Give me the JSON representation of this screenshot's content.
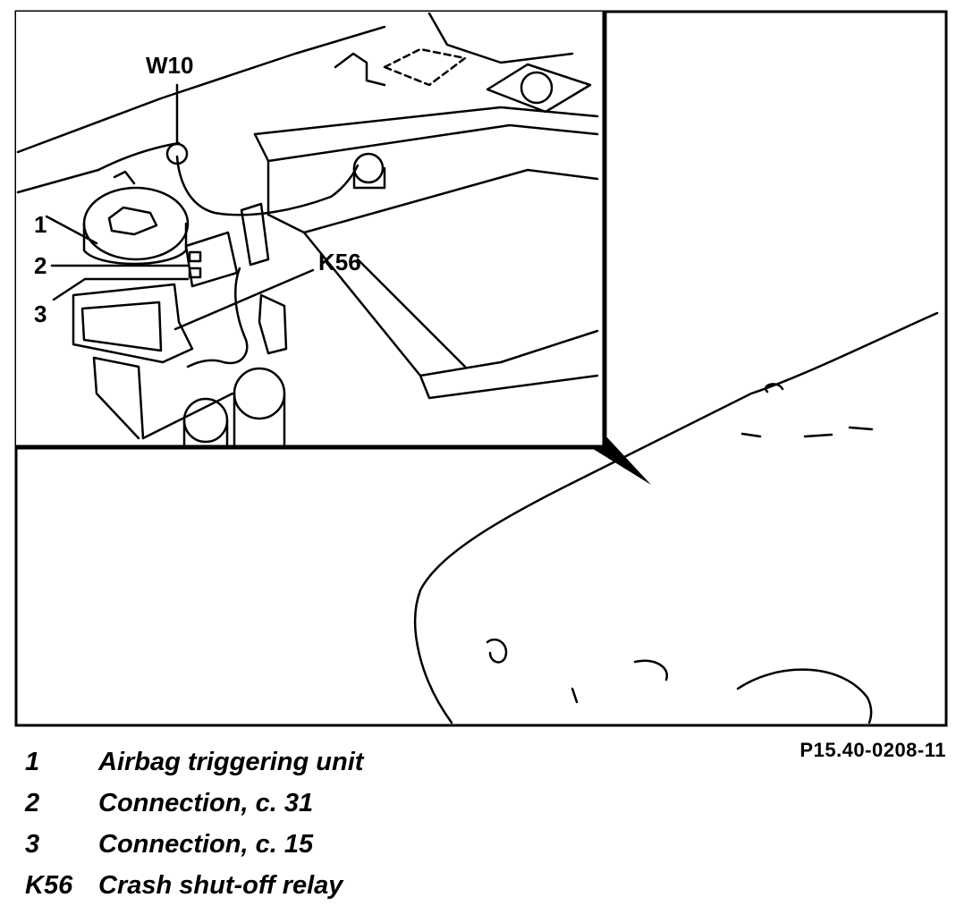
{
  "figure": {
    "callouts": {
      "w10": "W10",
      "k56": "K56",
      "n1": "1",
      "n2": "2",
      "n3": "3"
    },
    "reference_code": "P15.40-0208-11"
  },
  "legend": {
    "items": [
      {
        "key": "1",
        "text": "Airbag triggering unit"
      },
      {
        "key": "2",
        "text": "Connection, c. 31"
      },
      {
        "key": "3",
        "text": "Connection, c. 15"
      },
      {
        "key": "K56",
        "text": "Crash shut-off relay"
      }
    ]
  }
}
